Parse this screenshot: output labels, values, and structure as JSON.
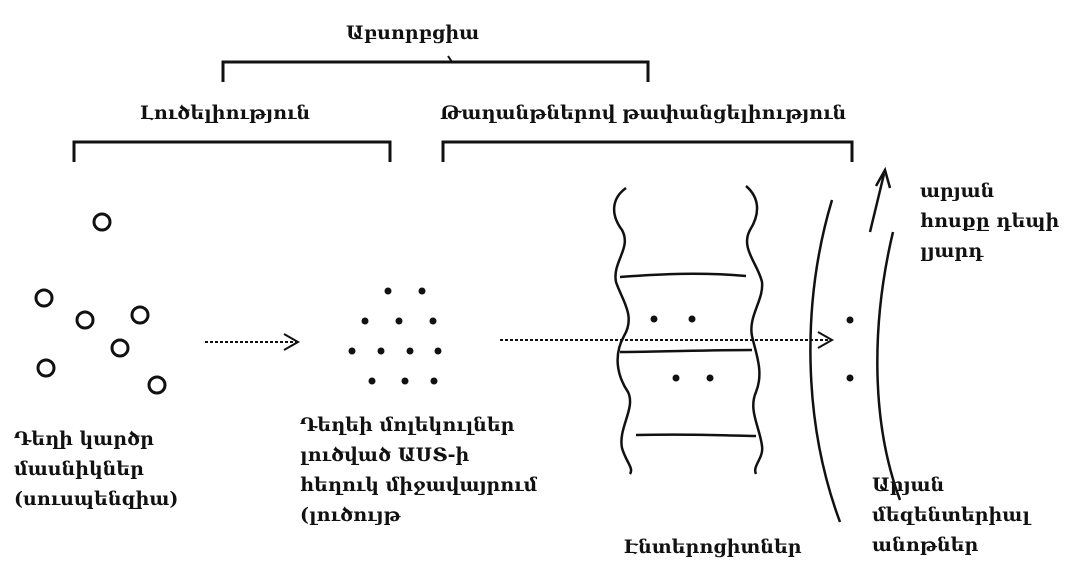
{
  "title": "Աբսորբցիա",
  "brackets": {
    "solubility": "Լուծելիություն",
    "permeability": "Թաղանթներով թափանցելիություն"
  },
  "labels": {
    "solid_particles": [
      "Դեղի կարծր",
      "մասնիկներ",
      "(սուսպենզիա)"
    ],
    "dissolved_molecules": [
      "Դեղեի մոլեկուլներ",
      "լուծված ԱՍՏ-ի",
      "հեղուկ միջավայրում",
      "(լուծույթ"
    ],
    "enterocytes": "Էնտերոցիտներ",
    "capillaries": [
      "Արյան",
      "մեզենտերիալ",
      "անոթներ"
    ],
    "blood_flow": [
      "արյան",
      "հոսքը դեպի",
      "լյարդ"
    ]
  },
  "colors": {
    "ink": "#111111",
    "background": "#ffffff"
  },
  "icons": [
    "particle-circle-icon",
    "molecule-dot-icon",
    "dashed-arrow-icon",
    "flow-arrow-icon"
  ]
}
